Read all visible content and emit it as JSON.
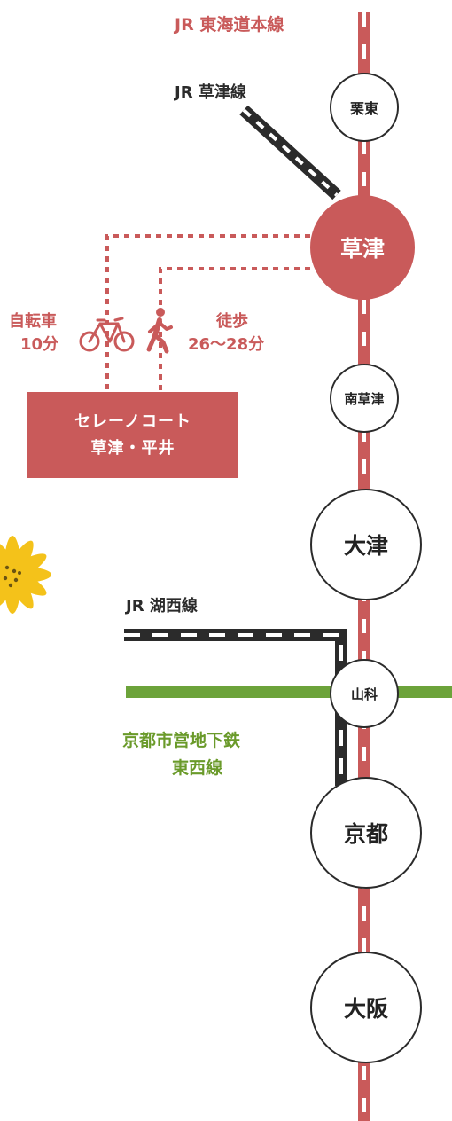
{
  "lines": {
    "tokaido": "JR 東海道本線",
    "kusatsu": "JR 草津線",
    "kosei": "JR 湖西線",
    "subway_line1": "京都市営地下鉄",
    "subway_line2": "東西線"
  },
  "stations": {
    "rittou": "栗東",
    "kusatsu": "草津",
    "minami_kusatsu": "南草津",
    "otsu": "大津",
    "yamashina": "山科",
    "kyoto": "京都",
    "osaka": "大阪"
  },
  "access": {
    "bicycle_label": "自転車",
    "bicycle_time": "10分",
    "walk_label": "徒歩",
    "walk_time": "26〜28分"
  },
  "destination": {
    "line1": "セレーノコート",
    "line2": "草津・平井"
  },
  "colors": {
    "accent_red": "#c95a5a",
    "track_dark": "#2b2b2b",
    "subway_green": "#6ca33a",
    "flower_yellow": "#f4c21a"
  }
}
